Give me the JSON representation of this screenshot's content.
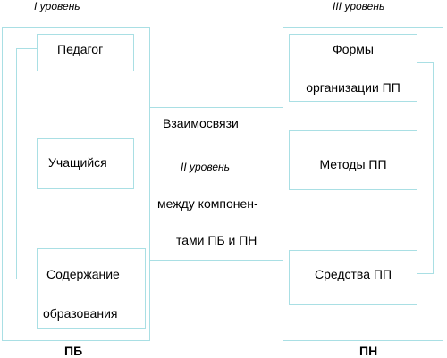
{
  "left_column": {
    "level": "I уровень",
    "items": [
      "Педагог",
      "Учащийся",
      "Содержание",
      "образования"
    ],
    "label": "ПБ"
  },
  "middle": {
    "line1": "Взаимосвязи",
    "level": "II уровень",
    "line3": "между компонен-",
    "line4": "тами ПБ и ПН"
  },
  "right_column": {
    "level": "III уровень",
    "items": [
      "Формы",
      "организации ПП",
      "Методы ПП",
      "Средства ПП"
    ],
    "label": "ПН"
  },
  "colors": {
    "line": "#a9dfe4",
    "text": "#000000"
  }
}
